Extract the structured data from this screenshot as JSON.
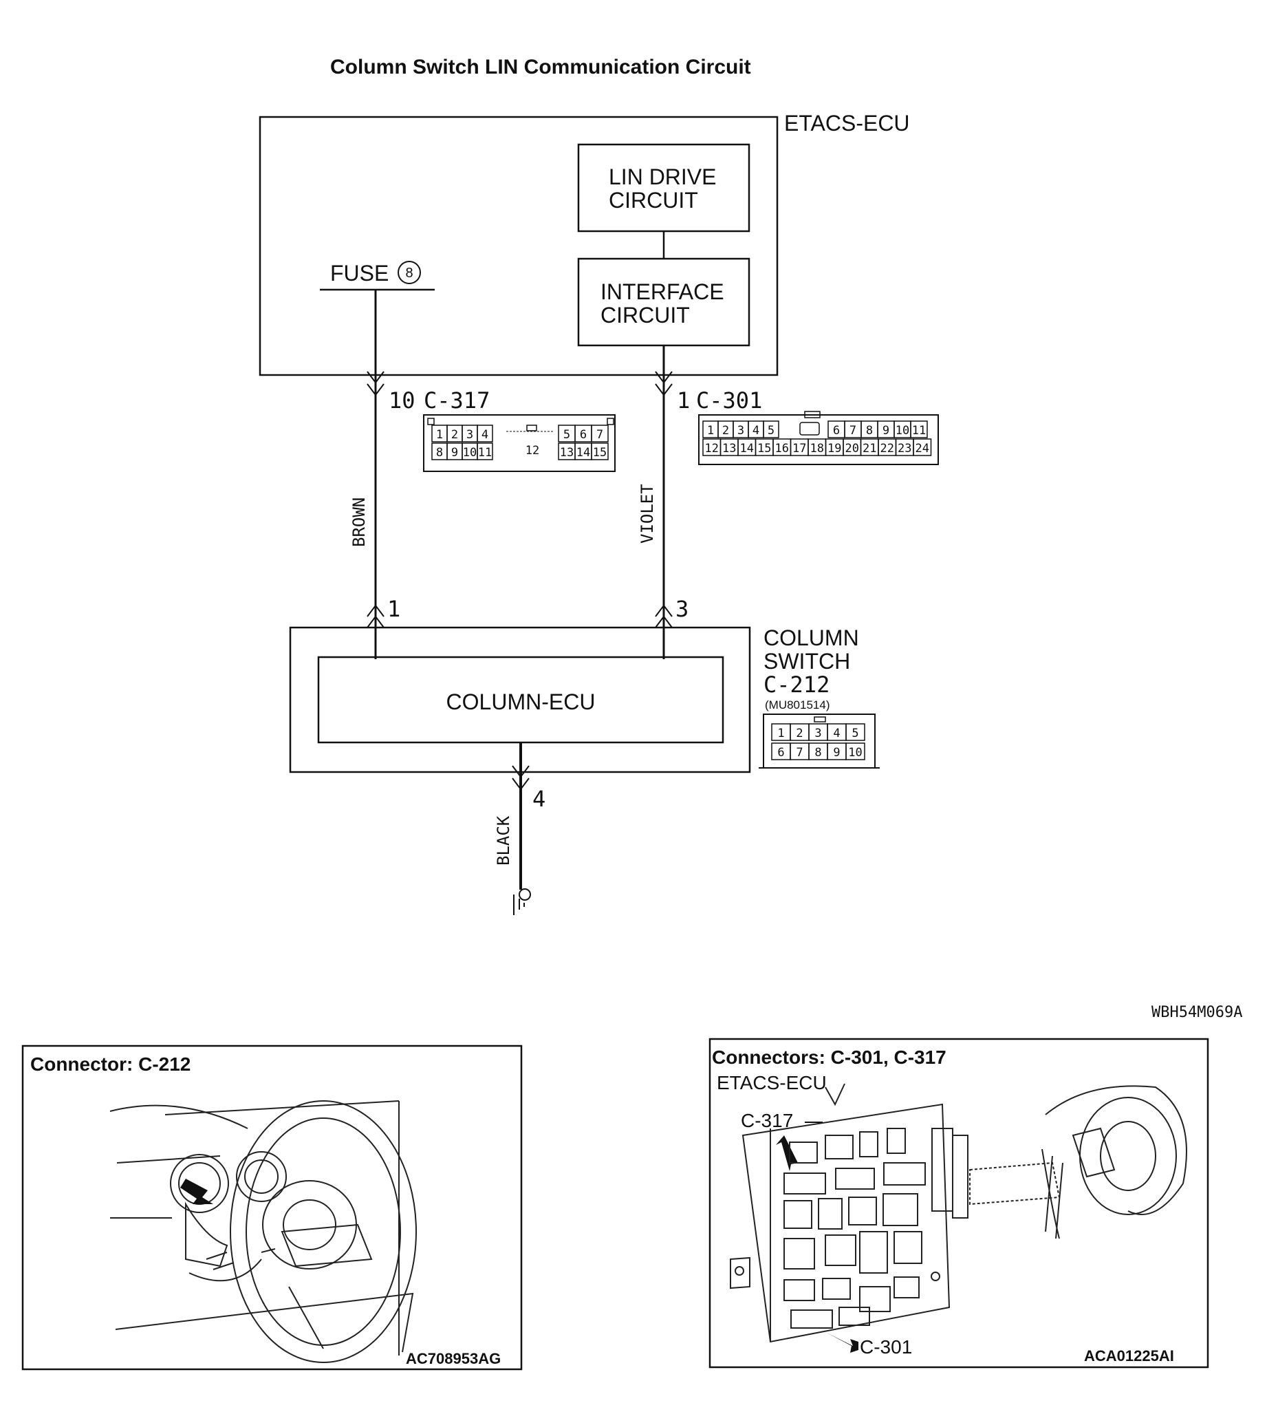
{
  "diagram": {
    "title": "Column Switch LIN Communication Circuit",
    "etacs_label": "ETACS-ECU",
    "lin_drive": [
      "LIN DRIVE",
      "CIRCUIT"
    ],
    "interface": [
      "INTERFACE",
      "CIRCUIT"
    ],
    "fuse_label": "FUSE",
    "fuse_number": "8",
    "wire_left": {
      "pin_top": "10",
      "connector": "C-317",
      "color": "BROWN",
      "pin_bottom": "1"
    },
    "wire_right": {
      "pin_top": "1",
      "connector": "C-301",
      "color": "VIOLET",
      "pin_bottom": "3"
    },
    "wire_ground": {
      "pin": "4",
      "color": "BLACK"
    },
    "column_switch_label": [
      "COLUMN",
      "SWITCH",
      "C-212"
    ],
    "column_switch_part": "(MU801514)",
    "column_ecu": "COLUMN-ECU",
    "c317_pins": {
      "top_left": [
        "1",
        "2",
        "3",
        "4"
      ],
      "center": "12",
      "top_right": [
        "5",
        "6",
        "7"
      ],
      "bottom_left": [
        "8",
        "9",
        "10",
        "11"
      ],
      "bottom_right": [
        "13",
        "14",
        "15"
      ]
    },
    "c301_pins": {
      "top_left": [
        "1",
        "2",
        "3",
        "4",
        "5"
      ],
      "top_right": [
        "6",
        "7",
        "8",
        "9",
        "10",
        "11"
      ],
      "bottom": [
        "12",
        "13",
        "14",
        "15",
        "16",
        "17",
        "18",
        "19",
        "20",
        "21",
        "22",
        "23",
        "24"
      ]
    },
    "c212_pins": {
      "top": [
        "1",
        "2",
        "3",
        "4",
        "5"
      ],
      "bottom": [
        "6",
        "7",
        "8",
        "9",
        "10"
      ]
    },
    "figure_code": "WBH54M069A"
  },
  "panels": [
    {
      "title": "Connector: C-212",
      "code": "AC708953AG"
    },
    {
      "title": "Connectors: C-301, C-317",
      "subtitle": "ETACS-ECU",
      "callout_top": "C-317",
      "callout_bottom": "C-301",
      "code": "ACA01225AI"
    }
  ]
}
